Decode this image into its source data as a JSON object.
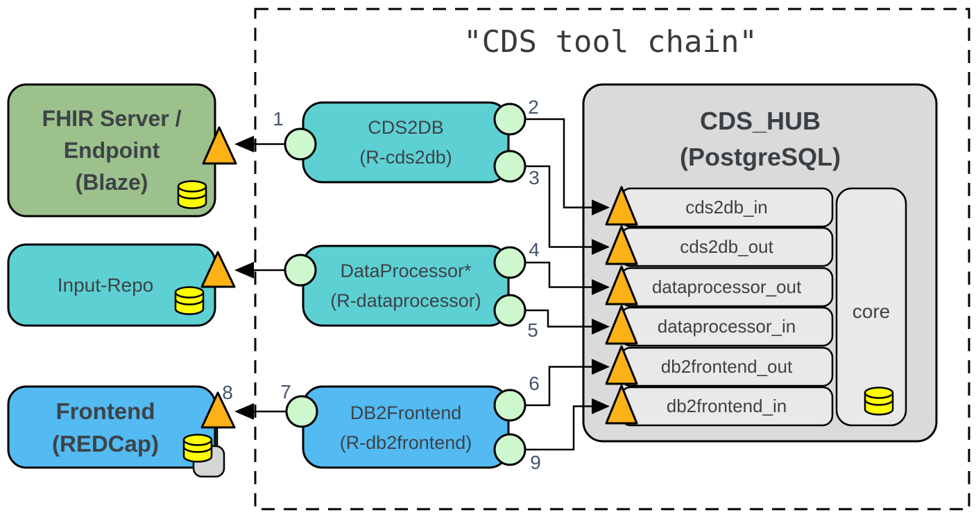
{
  "title": "\"CDS tool chain\"",
  "colors": {
    "fhir_green": "#9cc18c",
    "teal": "#5dd0d4",
    "blue": "#53baf2",
    "hub_gray": "#dadada",
    "row_gray": "#e9e9e9",
    "circle_green": "#cdf7cd",
    "triangle_orange": "#fcb216",
    "db_yellow": "#ffff00",
    "number_color": "#44546a",
    "line_black": "#000000"
  },
  "nodes": {
    "fhir": {
      "line1": "FHIR Server /",
      "line2": "Endpoint",
      "line3": "(Blaze)"
    },
    "input_repo": {
      "label": "Input-Repo"
    },
    "frontend": {
      "line1": "Frontend",
      "line2": "(REDCap)"
    },
    "cds2db": {
      "line1": "CDS2DB",
      "line2": "(R-cds2db)"
    },
    "dataprocessor": {
      "line1": "DataProcessor*",
      "line2": "(R-dataprocessor)"
    },
    "db2frontend": {
      "line1": "DB2Frontend",
      "line2": "(R-db2frontend)"
    },
    "hub": {
      "line1": "CDS_HUB",
      "line2": "(PostgreSQL)",
      "core_label": "core"
    },
    "tables": [
      "cds2db_in",
      "cds2db_out",
      "dataprocessor_out",
      "dataprocessor_in",
      "db2frontend_out",
      "db2frontend_in"
    ]
  },
  "port_numbers": {
    "p1": "1",
    "p2": "2",
    "p3": "3",
    "p4": "4",
    "p5": "5",
    "p6": "6",
    "p7": "7",
    "p8": "8",
    "p9": "9"
  },
  "icons": {
    "database": "database-cylinder-icon",
    "triangle": "warning-triangle-marker",
    "port": "port-circle"
  }
}
